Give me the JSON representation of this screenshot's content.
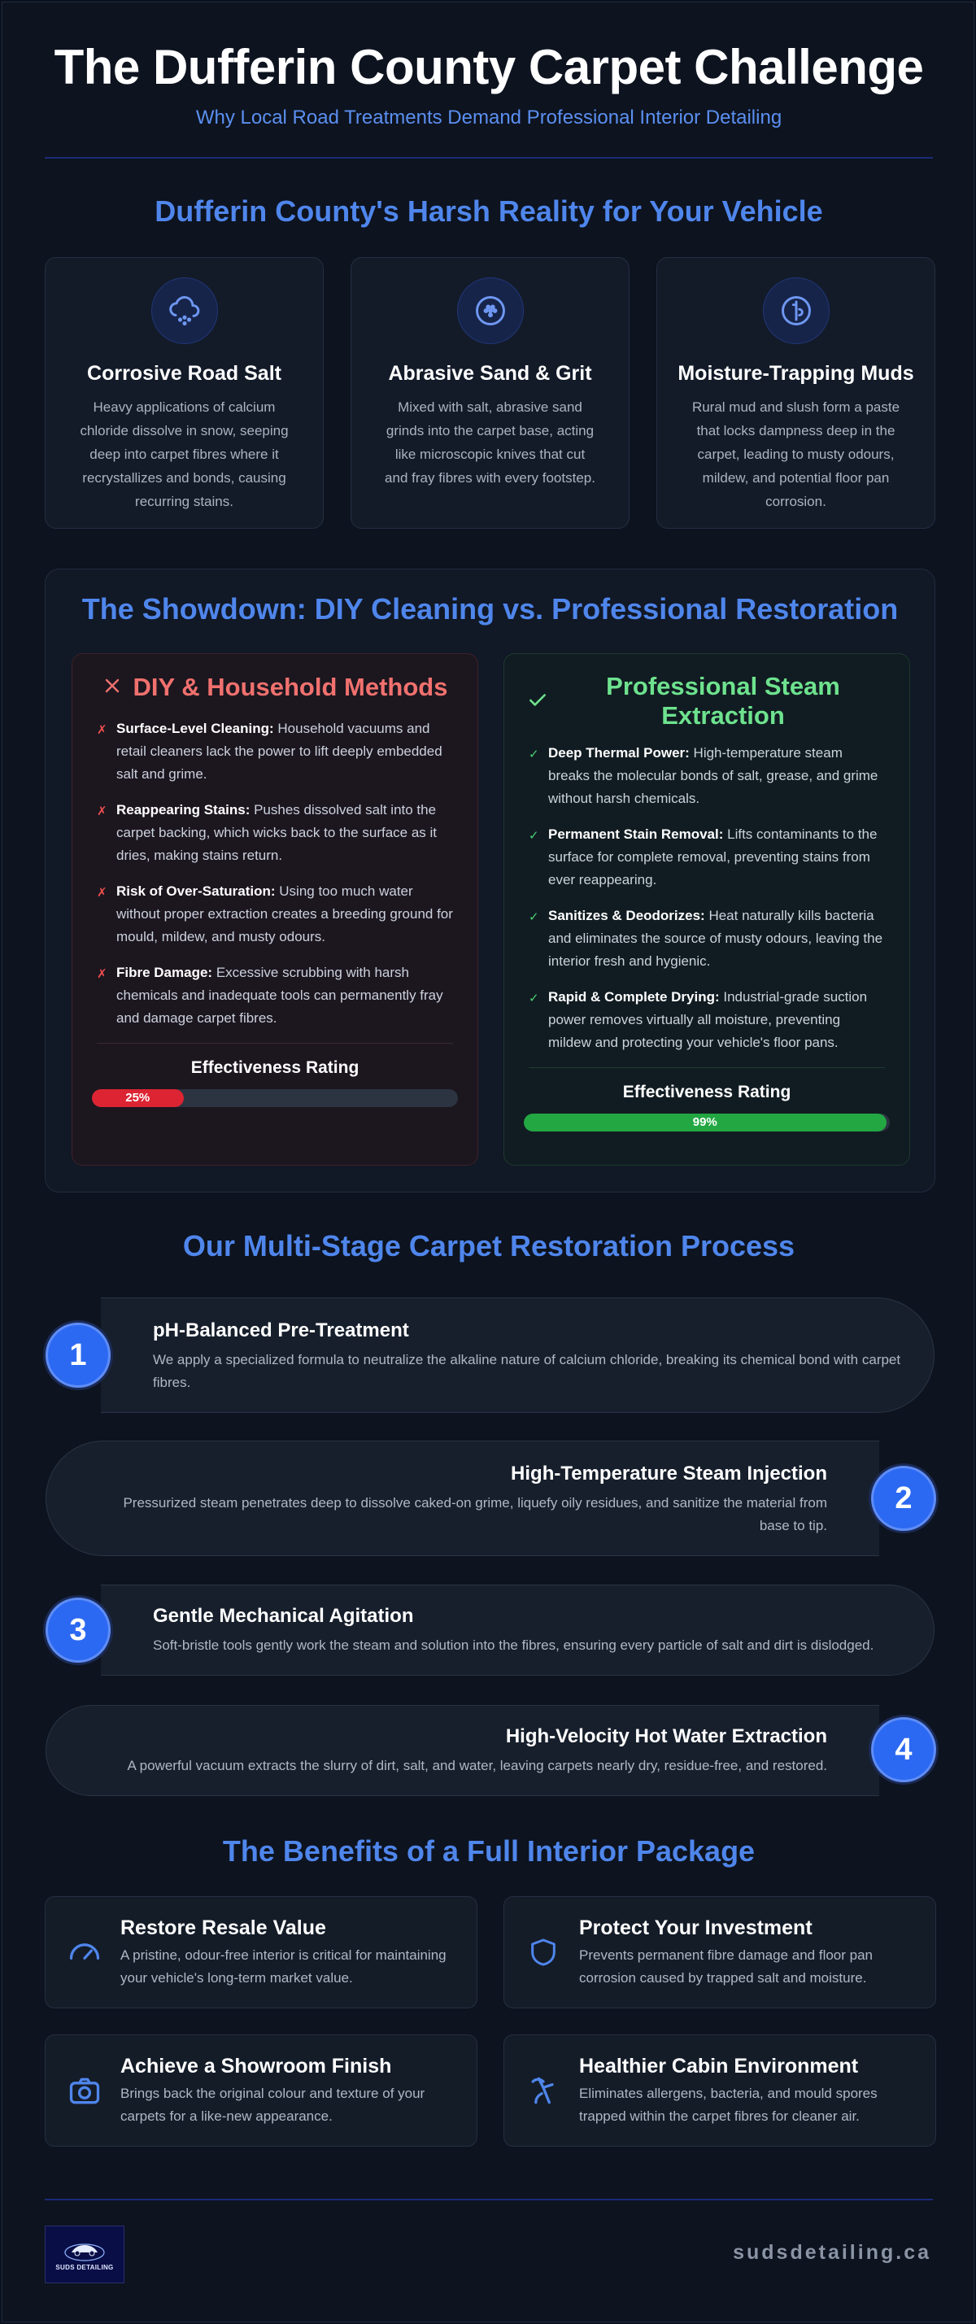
{
  "header": {
    "title": "The Dufferin County Carpet Challenge",
    "subtitle": "Why Local Road Treatments Demand Professional Interior Detailing"
  },
  "reality": {
    "title": "Dufferin County's Harsh Reality for Your Vehicle",
    "cards": [
      {
        "icon": "snow-cloud-icon",
        "title": "Corrosive Road Salt",
        "text": "Heavy applications of calcium chloride dissolve in snow, seeping deep into carpet fibres where it recrystallizes and bonds, causing recurring stains."
      },
      {
        "icon": "grit-icon",
        "title": "Abrasive Sand & Grit",
        "text": "Mixed with salt, abrasive sand grinds into the carpet base, acting like microscopic knives that cut and fray fibres with every footstep."
      },
      {
        "icon": "droplet-icon",
        "title": "Moisture-Trapping Muds",
        "text": "Rural mud and slush form a paste that locks dampness deep in the carpet, leading to musty odours, mildew, and potential floor pan corrosion."
      }
    ]
  },
  "showdown": {
    "title": "The Showdown: DIY Cleaning vs. Professional Restoration",
    "diy": {
      "title": "DIY & Household Methods",
      "items": [
        {
          "bold": "Surface-Level Cleaning:",
          "text": " Household vacuums and retail cleaners lack the power to lift deeply embedded salt and grime."
        },
        {
          "bold": "Reappearing Stains:",
          "text": " Pushes dissolved salt into the carpet backing, which wicks back to the surface as it dries, making stains return."
        },
        {
          "bold": "Risk of Over-Saturation:",
          "text": " Using too much water without proper extraction creates a breeding ground for mould, mildew, and musty odours."
        },
        {
          "bold": "Fibre Damage:",
          "text": " Excessive scrubbing with harsh chemicals and inadequate tools can permanently fray and damage carpet fibres."
        }
      ],
      "rating_label": "Effectiveness Rating",
      "rating_value": 25,
      "rating_text": "25%"
    },
    "pro": {
      "title": "Professional Steam Extraction",
      "items": [
        {
          "bold": "Deep Thermal Power:",
          "text": " High-temperature steam breaks the molecular bonds of salt, grease, and grime without harsh chemicals."
        },
        {
          "bold": "Permanent Stain Removal:",
          "text": " Lifts contaminants to the surface for complete removal, preventing stains from ever reappearing."
        },
        {
          "bold": "Sanitizes & Deodorizes:",
          "text": " Heat naturally kills bacteria and eliminates the source of musty odours, leaving the interior fresh and hygienic."
        },
        {
          "bold": "Rapid & Complete Drying:",
          "text": " Industrial-grade suction power removes virtually all moisture, preventing mildew and protecting your vehicle's floor pans."
        }
      ],
      "rating_label": "Effectiveness Rating",
      "rating_value": 99,
      "rating_text": "99%"
    }
  },
  "process": {
    "title": "Our Multi-Stage Carpet Restoration Process",
    "steps": [
      {
        "num": "1",
        "title": "pH-Balanced Pre-Treatment",
        "text": "We apply a specialized formula to neutralize the alkaline nature of calcium chloride, breaking its chemical bond with carpet fibres."
      },
      {
        "num": "2",
        "title": "High-Temperature Steam Injection",
        "text": "Pressurized steam penetrates deep to dissolve caked-on grime, liquefy oily residues, and sanitize the material from base to tip."
      },
      {
        "num": "3",
        "title": "Gentle Mechanical Agitation",
        "text": "Soft-bristle tools gently work the steam and solution into the fibres, ensuring every particle of salt and dirt is dislodged."
      },
      {
        "num": "4",
        "title": "High-Velocity Hot Water Extraction",
        "text": "A powerful vacuum extracts the slurry of dirt, salt, and water, leaving carpets nearly dry, residue-free, and restored."
      }
    ]
  },
  "benefits": {
    "title": "The Benefits of a Full Interior Package",
    "items": [
      {
        "icon": "gauge-icon",
        "title": "Restore Resale Value",
        "text": "A pristine, odour-free interior is critical for maintaining your vehicle's long-term market value."
      },
      {
        "icon": "shield-icon",
        "title": "Protect Your Investment",
        "text": "Prevents permanent fibre damage and floor pan corrosion caused by trapped salt and moisture."
      },
      {
        "icon": "camera-icon",
        "title": "Achieve a Showroom Finish",
        "text": "Brings back the original colour and texture of your carpets for a like-new appearance."
      },
      {
        "icon": "spray-icon",
        "title": "Healthier Cabin Environment",
        "text": "Eliminates allergens, bacteria, and mould spores trapped within the carpet fibres for cleaner air."
      }
    ]
  },
  "footer": {
    "logo_text": "SUDS DETAILING",
    "site": "sudsdetailing.ca"
  },
  "colors": {
    "accent": "#4f86ec",
    "diy": "#f0716e",
    "pro": "#6ee28e",
    "step_badge": "#2c69f2"
  }
}
